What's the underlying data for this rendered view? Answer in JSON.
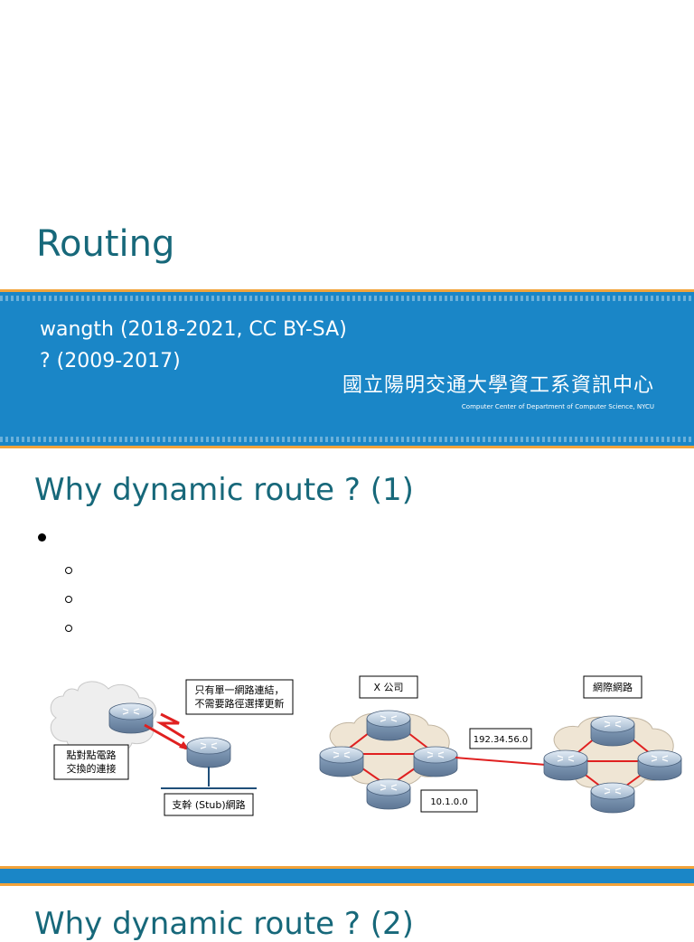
{
  "title_slide": {
    "title": "Routing",
    "author_line_1": "wangth (2018-2021, CC BY-SA)",
    "author_line_2": "? (2009-2017)",
    "org_name": "國立陽明交通大學資工系資訊中心",
    "org_subtitle": "Computer Center of Department of Computer Science, NYCU"
  },
  "slide2": {
    "title": "Why dynamic route ? (1)",
    "diagram_left": {
      "note_single_link": [
        "只有單一網路連結，",
        "不需要路徑選擇更新"
      ],
      "note_point_to_point": [
        "點對點電路",
        "交換的連接"
      ],
      "label_stub": "支幹 (Stub)網路"
    },
    "diagram_right": {
      "label_company": "X 公司",
      "label_internet": "網際網路",
      "label_link_net": "192.34.56.0",
      "label_internal_net": "10.1.0.0"
    }
  },
  "slide3": {
    "title": "Why dynamic route ? (2)"
  },
  "colors": {
    "title_teal": "#17687a",
    "band_blue": "#1a86c7",
    "band_orange": "#f2a33a",
    "link_red": "#e02020"
  }
}
